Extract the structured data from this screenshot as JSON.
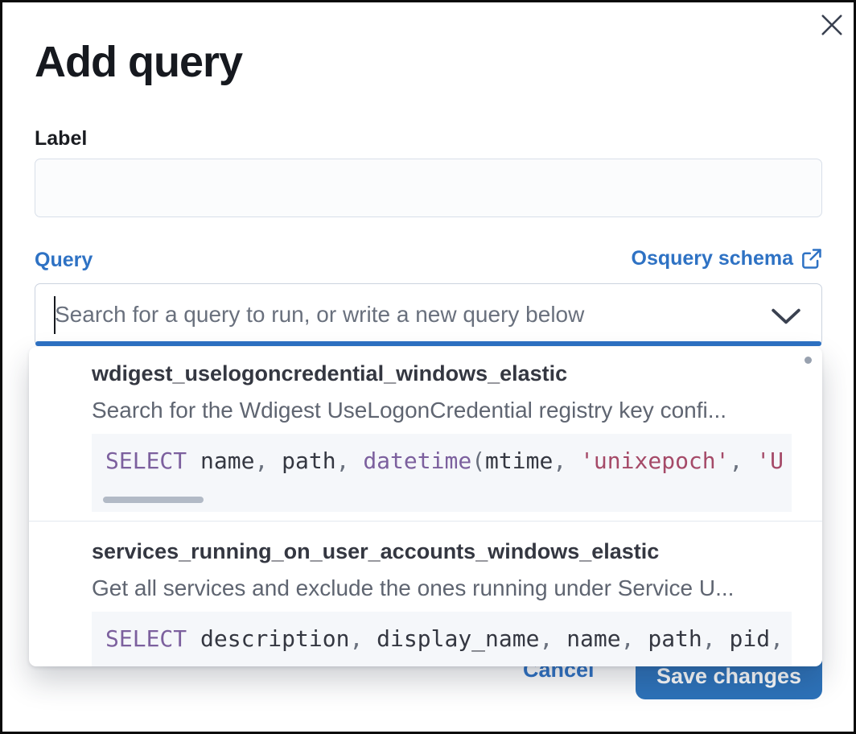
{
  "modal": {
    "title": "Add query"
  },
  "form": {
    "label_field": {
      "label": "Label",
      "value": ""
    },
    "query_field": {
      "label": "Query",
      "schema_link_label": "Osquery schema",
      "search_placeholder": "Search for a query to run, or write a new query below",
      "search_value": ""
    }
  },
  "dropdown": {
    "options": [
      {
        "title": "wdigest_uselogoncredential_windows_elastic",
        "description": "Search for the Wdigest UseLogonCredential registry key confi...",
        "code": [
          {
            "type": "keyword",
            "text": "SELECT"
          },
          {
            "type": "plain",
            "text": " name"
          },
          {
            "type": "punct",
            "text": ", "
          },
          {
            "type": "plain",
            "text": "path"
          },
          {
            "type": "punct",
            "text": ", "
          },
          {
            "type": "keyword",
            "text": "datetime"
          },
          {
            "type": "punct",
            "text": "("
          },
          {
            "type": "plain",
            "text": "mtime"
          },
          {
            "type": "punct",
            "text": ", "
          },
          {
            "type": "string",
            "text": "'unixepoch'"
          },
          {
            "type": "punct",
            "text": ", "
          },
          {
            "type": "string",
            "text": "'U"
          }
        ]
      },
      {
        "title": "services_running_on_user_accounts_windows_elastic",
        "description": "Get all services and exclude the ones running under Service U...",
        "code": [
          {
            "type": "keyword",
            "text": "SELECT"
          },
          {
            "type": "plain",
            "text": " description"
          },
          {
            "type": "punct",
            "text": ", "
          },
          {
            "type": "plain",
            "text": "display_name"
          },
          {
            "type": "punct",
            "text": ", "
          },
          {
            "type": "plain",
            "text": "name"
          },
          {
            "type": "punct",
            "text": ", "
          },
          {
            "type": "plain",
            "text": "path"
          },
          {
            "type": "punct",
            "text": ", "
          },
          {
            "type": "plain",
            "text": "pid"
          },
          {
            "type": "punct",
            "text": ","
          }
        ]
      }
    ]
  },
  "footer": {
    "cancel_label": "Cancel",
    "save_label": "Save changes"
  },
  "icons": {
    "close_icon": "x-cross",
    "chevron_down_icon": "chevron-down",
    "external_link_icon": "popout-arrow"
  },
  "colors": {
    "accent_blue": "#2e72c4",
    "save_button_blue": "#2d72b9",
    "title_text": "#16191f",
    "option_title_text": "#343741",
    "description_text": "#5f6571",
    "code_background": "#f5f7fa",
    "code_keyword": "#7c609e",
    "code_string": "#a54a68",
    "code_punctuation": "#69707d",
    "input_background": "#fbfcfd",
    "border_gray": "#cbd3df"
  }
}
